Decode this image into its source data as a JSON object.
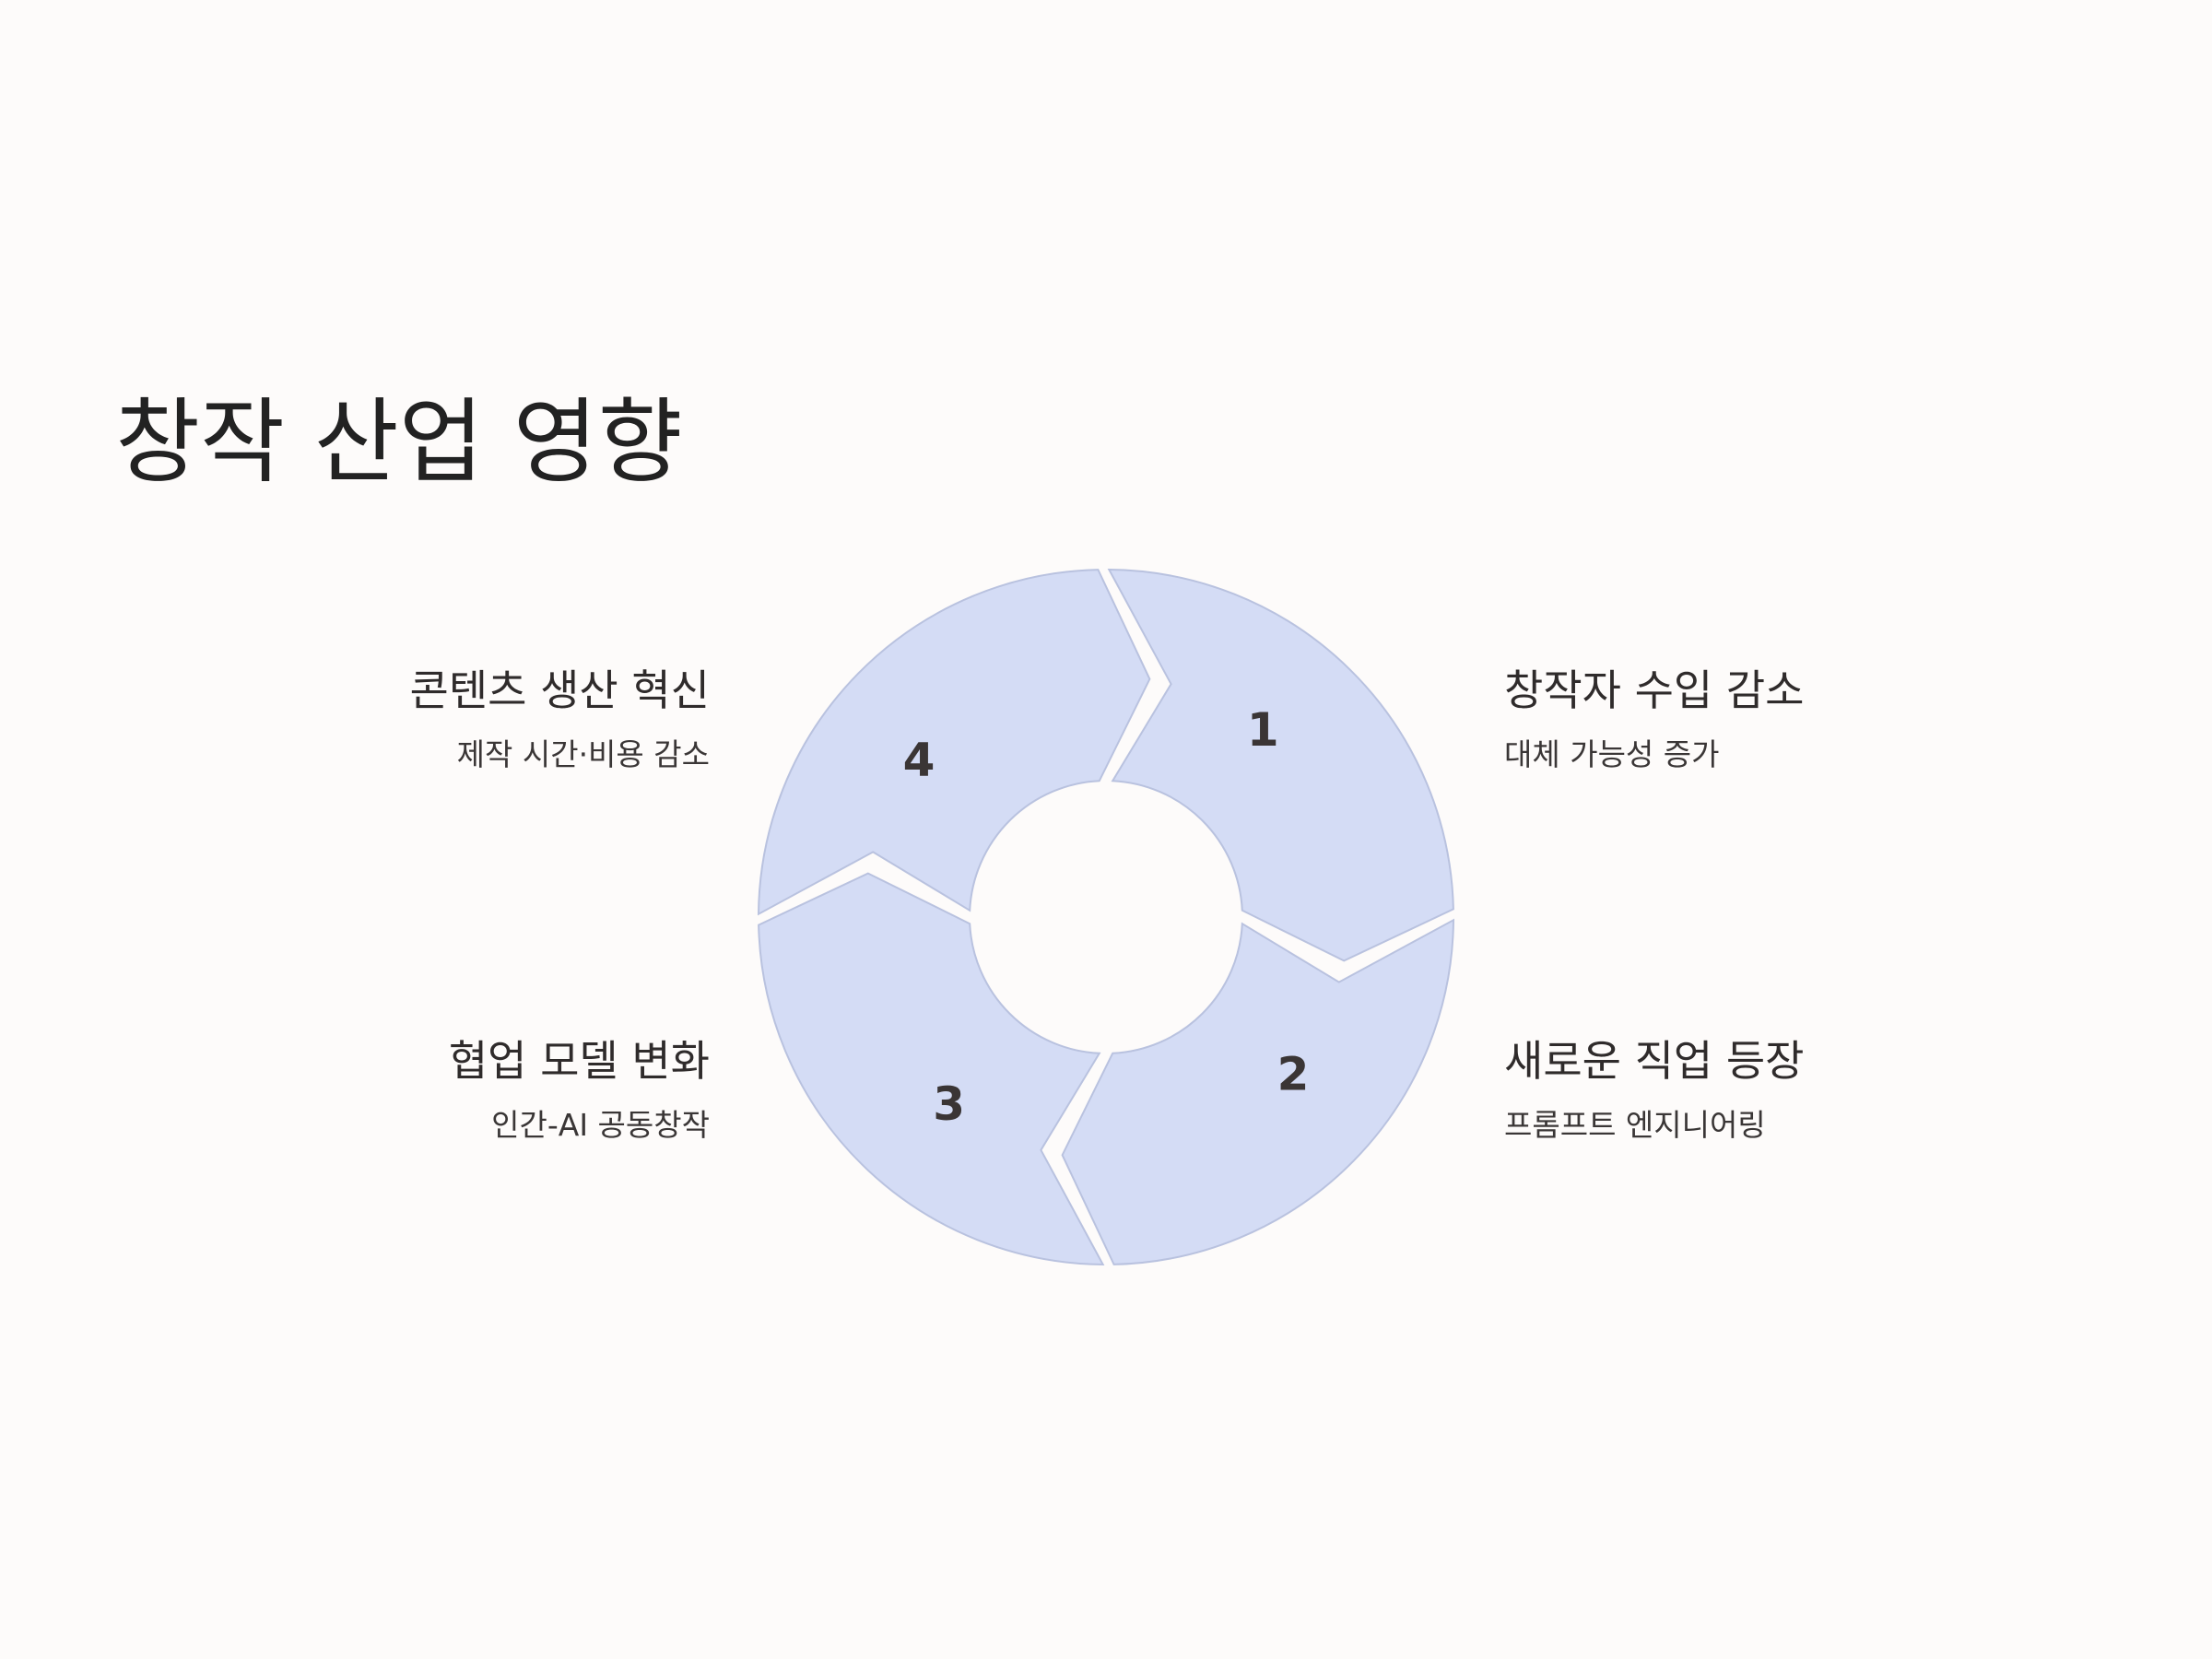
{
  "title": "창작 산업 영향",
  "colors": {
    "background": "#fdfbfa",
    "segment_fill": "#d4dcf5",
    "segment_stroke": "#b9c2df",
    "text": "#2f2b2b"
  },
  "steps": [
    {
      "number": "1",
      "title": "콘텐츠 생산 혁신",
      "description": "제작 시간·비용 감소"
    },
    {
      "number": "2",
      "title": "창작자 수입 감소",
      "description": "대체 가능성 증가"
    },
    {
      "number": "3",
      "title": "새로운 직업 등장",
      "description": "프롬프트 엔지니어링"
    },
    {
      "number": "4",
      "title": "협업 모델 변화",
      "description": "인간-AI 공동창작"
    }
  ]
}
